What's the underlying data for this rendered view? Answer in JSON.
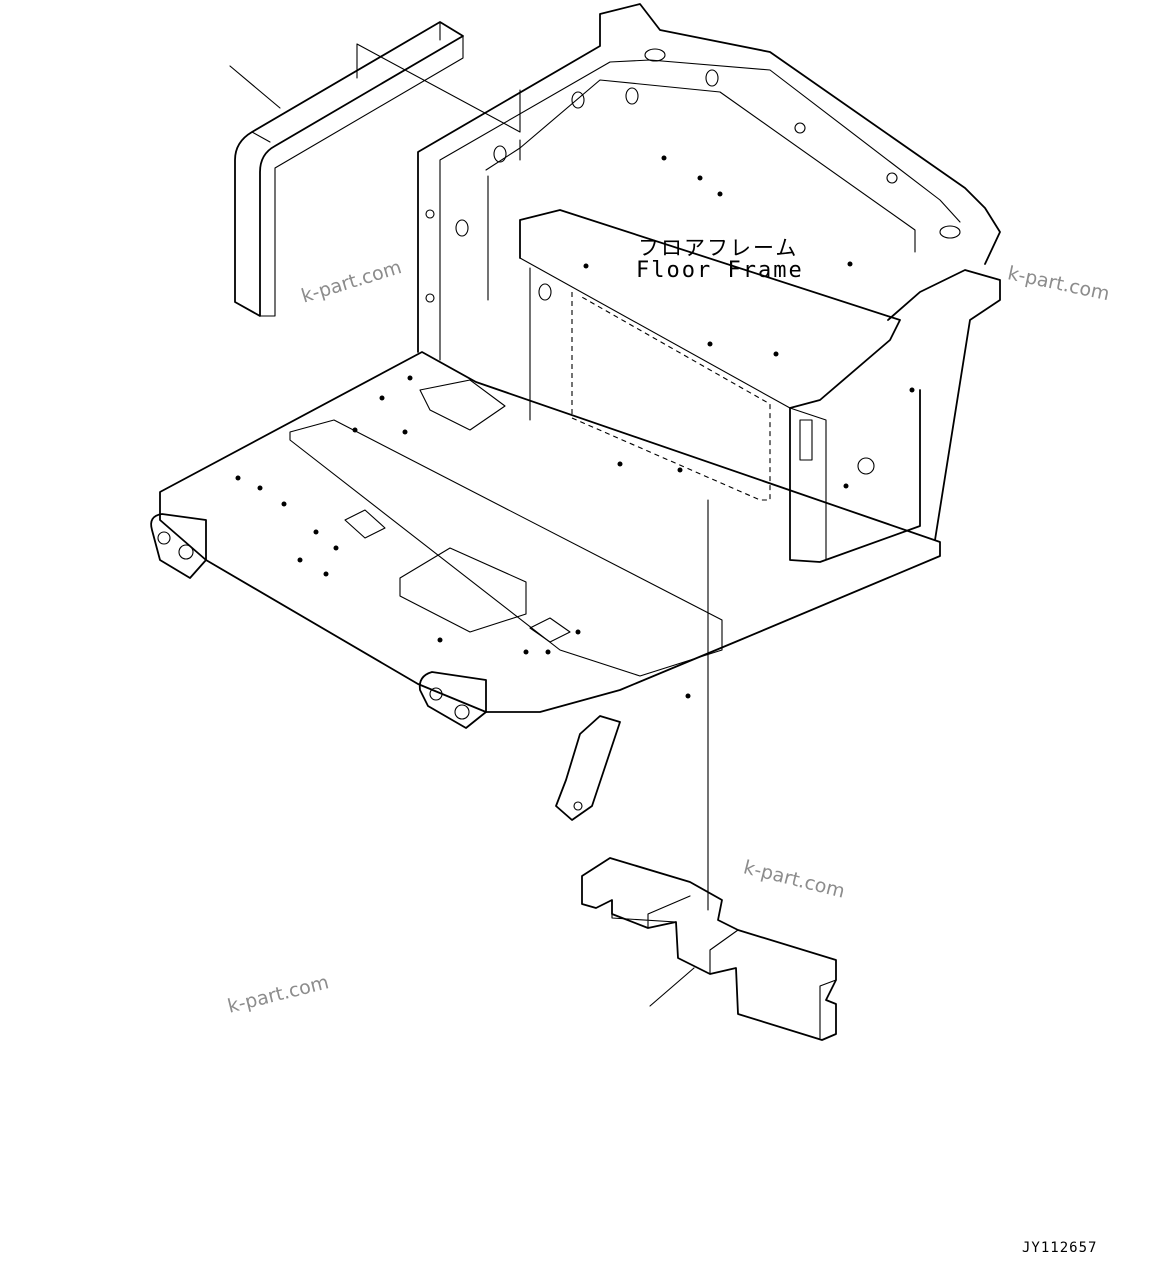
{
  "labels": {
    "floor_frame_jp": "フロアフレーム",
    "floor_frame_en": "Floor Frame"
  },
  "watermarks": [
    "k-part.com",
    "k-part.com",
    "k-part.com",
    "k-part.com"
  ],
  "drawing_code": "JY112657",
  "colors": {
    "line": "#000000",
    "watermark": "#8c8c8c",
    "background": "#ffffff"
  }
}
